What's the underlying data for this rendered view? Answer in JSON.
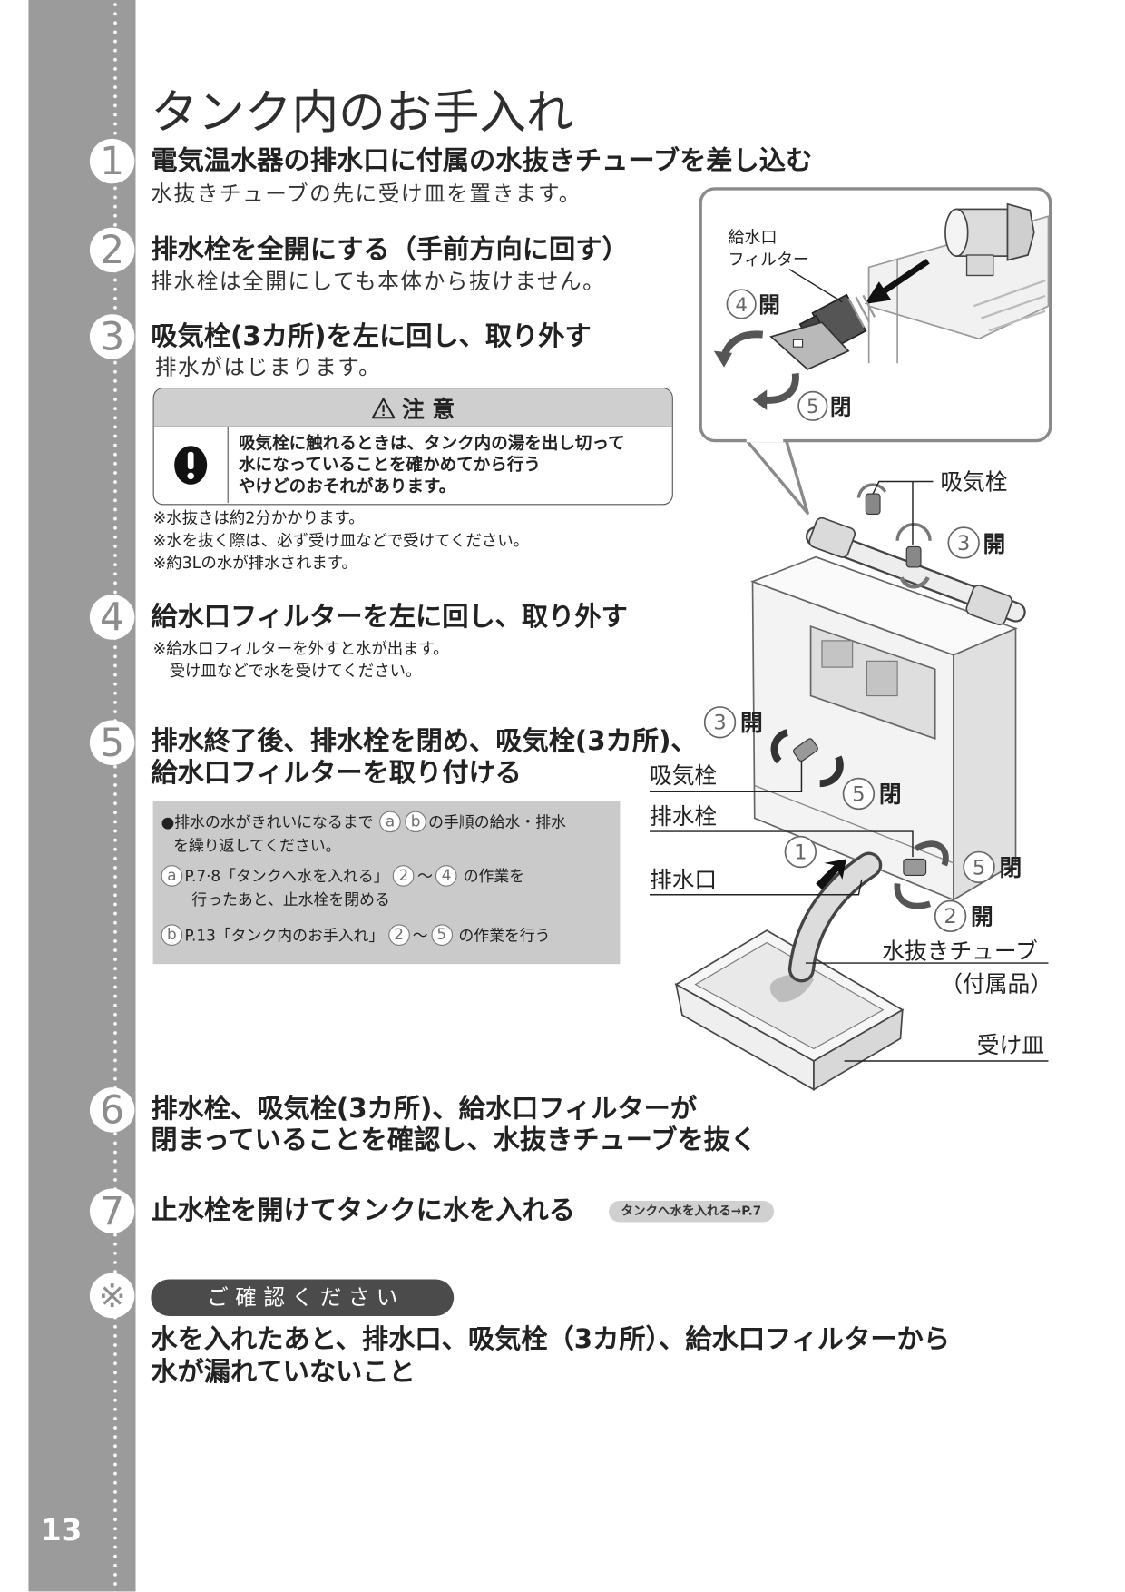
{
  "page": {
    "title": "タンク内のお手入れ",
    "number": "13"
  },
  "steps": [
    {
      "marker": "1",
      "heading": "電気温水器の排水口に付属の水抜きチューブを差し込む",
      "sub": "水抜きチューブの先に受け皿を置きます。"
    },
    {
      "marker": "2",
      "heading": "排水栓を全開にする（手前方向に回す）",
      "sub": "排水栓は全開にしても本体から抜けません。"
    },
    {
      "marker": "3",
      "heading": "吸気栓(3カ所)を左に回し、取り外す",
      "sub": "排水がはじまります。"
    },
    {
      "marker": "4",
      "heading": "給水口フィルターを左に回し、取り外す",
      "notes": [
        "※給水口フィルターを外すと水が出ます。",
        "受け皿などで水を受けてください。"
      ]
    },
    {
      "marker": "5",
      "heading_lines": [
        "排水終了後、排水栓を閉め、吸気栓(3カ所)、",
        "給水口フィルターを取り付ける"
      ]
    },
    {
      "marker": "6",
      "heading_lines": [
        "排水栓、吸気栓(3カ所)、給水口フィルターが",
        "閉まっていることを確認し、水抜きチューブを抜く"
      ]
    },
    {
      "marker": "7",
      "heading": "止水栓を開けてタンクに水を入れる",
      "ref": "タンクへ水を入れる→P.7"
    }
  ],
  "caution": {
    "title": "注 意",
    "lines": [
      "吸気栓に触れるときは、タンク内の湯を出し切って",
      "水になっていることを確かめてから行う",
      "やけどのおそれがあります。"
    ]
  },
  "step3_notes": [
    "※水抜きは約2分かかります。",
    "※水を抜く際は、必ず受け皿などで受けてください。",
    "※約3Lの水が排水されます。"
  ],
  "step5_box": {
    "line1_before": "●排水の水がきれいになるまで",
    "line1_refs": [
      "a",
      "b"
    ],
    "line1_after": "の手順の給水・排水",
    "line2": "を繰り返してください。",
    "item_a": {
      "marker": "a",
      "text": "P.7·8「タンクへ水を入れる」",
      "from": "2",
      "tilde": "〜",
      "to": "4",
      "after": "の作業を",
      "line2": "行ったあと、止水栓を閉める"
    },
    "item_b": {
      "marker": "b",
      "text": "P.13「タンク内のお手入れ」",
      "from": "2",
      "tilde": "〜",
      "to": "5",
      "after": "の作業を行う"
    }
  },
  "confirm": {
    "marker": "※",
    "label": "ご 確 認 く だ さ い",
    "lines": [
      "水を入れたあと、排水口、吸気栓（3カ所）、給水口フィルターから",
      "水が漏れていないこと"
    ]
  },
  "diagram": {
    "inset_filter_label": [
      "給水口",
      "フィルター"
    ],
    "inset_open": {
      "num": "4",
      "word": "開"
    },
    "inset_close": {
      "num": "5",
      "word": "閉"
    },
    "top_valve_label": "吸気栓",
    "top_valve_open": {
      "num": "3",
      "word": "開"
    },
    "front_valve_open": {
      "num": "3",
      "word": "開"
    },
    "front_valve_label": "吸気栓",
    "front_valve_close": {
      "num": "5",
      "word": "閉"
    },
    "drain_valve_label": "排水栓",
    "insert_step": {
      "num": "1"
    },
    "drain_valve_close": {
      "num": "5",
      "word": "閉"
    },
    "drain_outlet_label": "排水口",
    "drain_valve_open": {
      "num": "2",
      "word": "開"
    },
    "tube_label": "水抜きチューブ",
    "tube_note": "（付属品）",
    "tray_label": "受け皿"
  },
  "icons": {
    "caution_title": "warning-triangle-icon",
    "caution_body": "exclamation-icon"
  },
  "colors": {
    "sidebar": "#9b9b9b",
    "confirm_pill": "#4b4b4b",
    "info_box": "#cacaca",
    "caution_header": "#cfcfcf"
  }
}
